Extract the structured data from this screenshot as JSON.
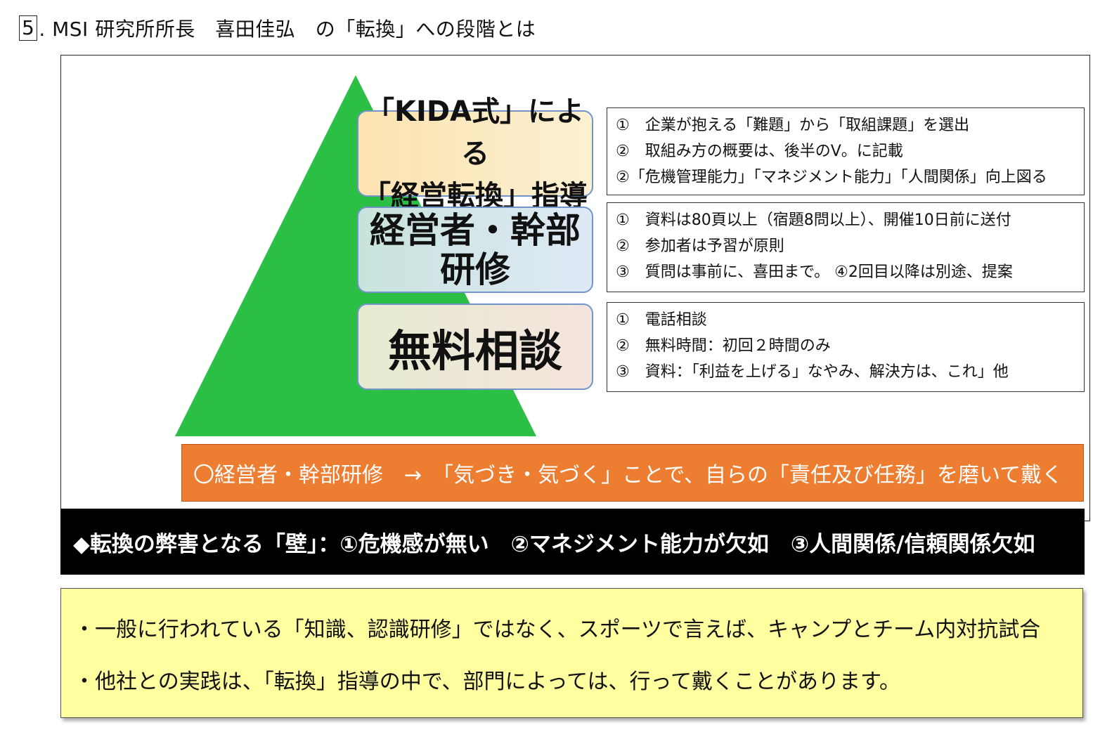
{
  "title": {
    "number": "5",
    "text": ". MSI 研究所所長　喜田佳弘　の「転換」への段階とは"
  },
  "pyramid": {
    "colors": {
      "triangle": "#2bbf45"
    },
    "level1": {
      "line1": "「KIDA式」による",
      "line2": "「経営転換」指導"
    },
    "level2": {
      "line1": "経営者・幹部",
      "line2": "研修"
    },
    "level3": {
      "line1": "無料相談"
    }
  },
  "details": {
    "level1": [
      "①　企業が抱える「難題」から「取組課題」を選出",
      "②　取組み方の概要は、後半のⅤ。に記載",
      "②「危機管理能力」「マネジメント能力」「人間関係」向上図る"
    ],
    "level2": [
      "①　資料は80頁以上（宿題8問以上）、開催10日前に送付",
      "②　参加者は予習が原則",
      "③　質問は事前に、喜田まで。 ④2回目以降は別途、提案"
    ],
    "level3": [
      "①　電話相談",
      "②　無料時間：初回２時間のみ",
      "③　資料：「利益を上げる」なやみ、解決方は、これ」他"
    ]
  },
  "orange_banner": "〇経営者・幹部研修　→　「気づき・気づく」ことで、自らの「責任及び任務」を磨いて戴く",
  "black_banner": "◆転換の弊害となる「壁」：①危機感が無い　②マネジメント能力が欠如　③人間関係/信頼関係欠如",
  "notes": [
    "・一般に行われている「知識、認識研修」ではなく、スポーツで言えば、キャンプとチーム内対抗試合",
    "・他社との実践は、「転換」指導の中で、部門によっては、行って戴くことがあります。"
  ]
}
